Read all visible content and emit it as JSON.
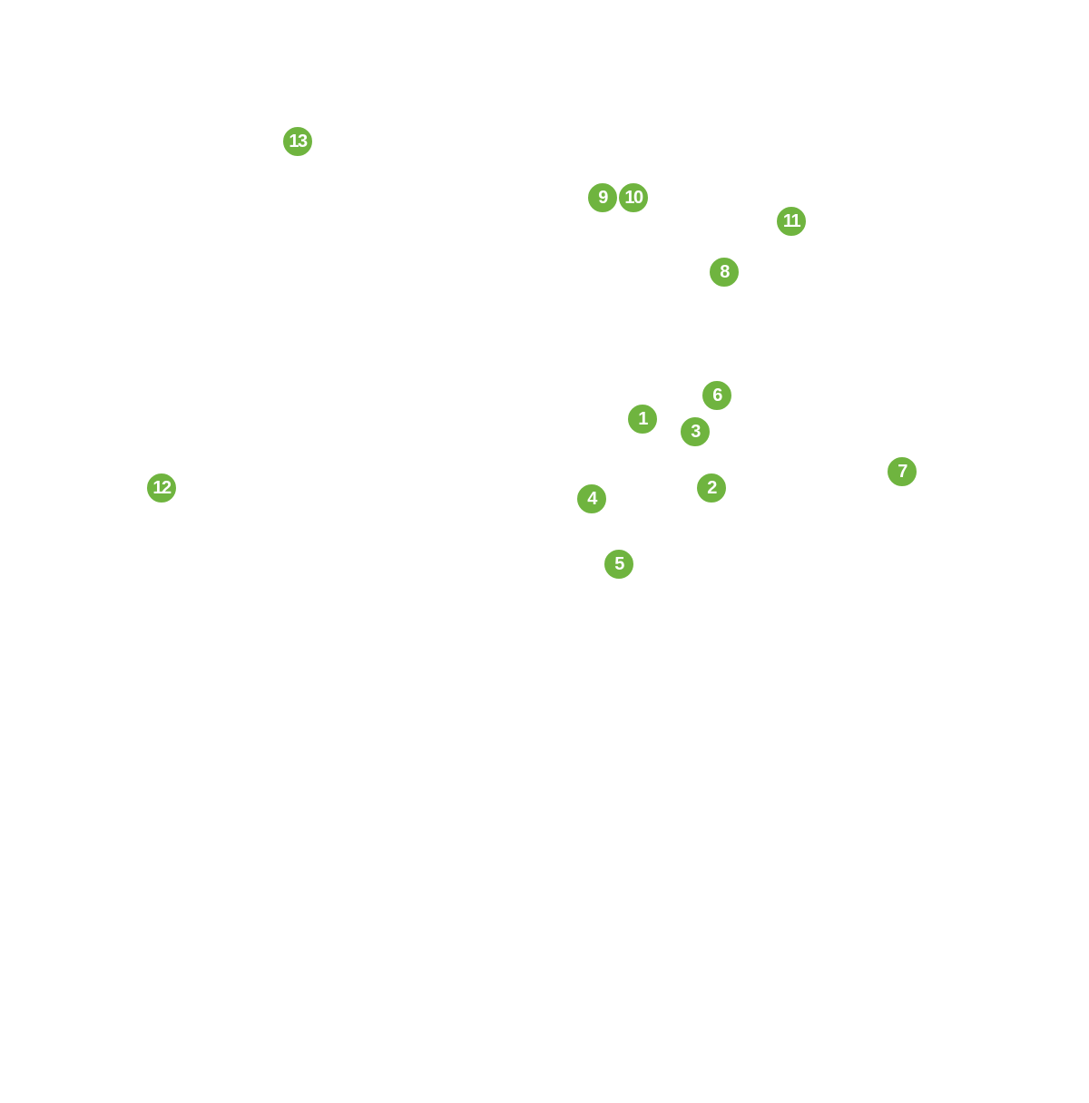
{
  "map": {
    "background_color": "#ffffff",
    "marker_color": "#6fb43f",
    "marker_text_color": "#ffffff",
    "markers": [
      {
        "label": "1"
      },
      {
        "label": "2"
      },
      {
        "label": "3"
      },
      {
        "label": "4"
      },
      {
        "label": "5"
      },
      {
        "label": "6"
      },
      {
        "label": "7"
      },
      {
        "label": "8"
      },
      {
        "label": "9"
      },
      {
        "label": "10"
      },
      {
        "label": "11"
      },
      {
        "label": "12"
      },
      {
        "label": "13"
      }
    ]
  }
}
